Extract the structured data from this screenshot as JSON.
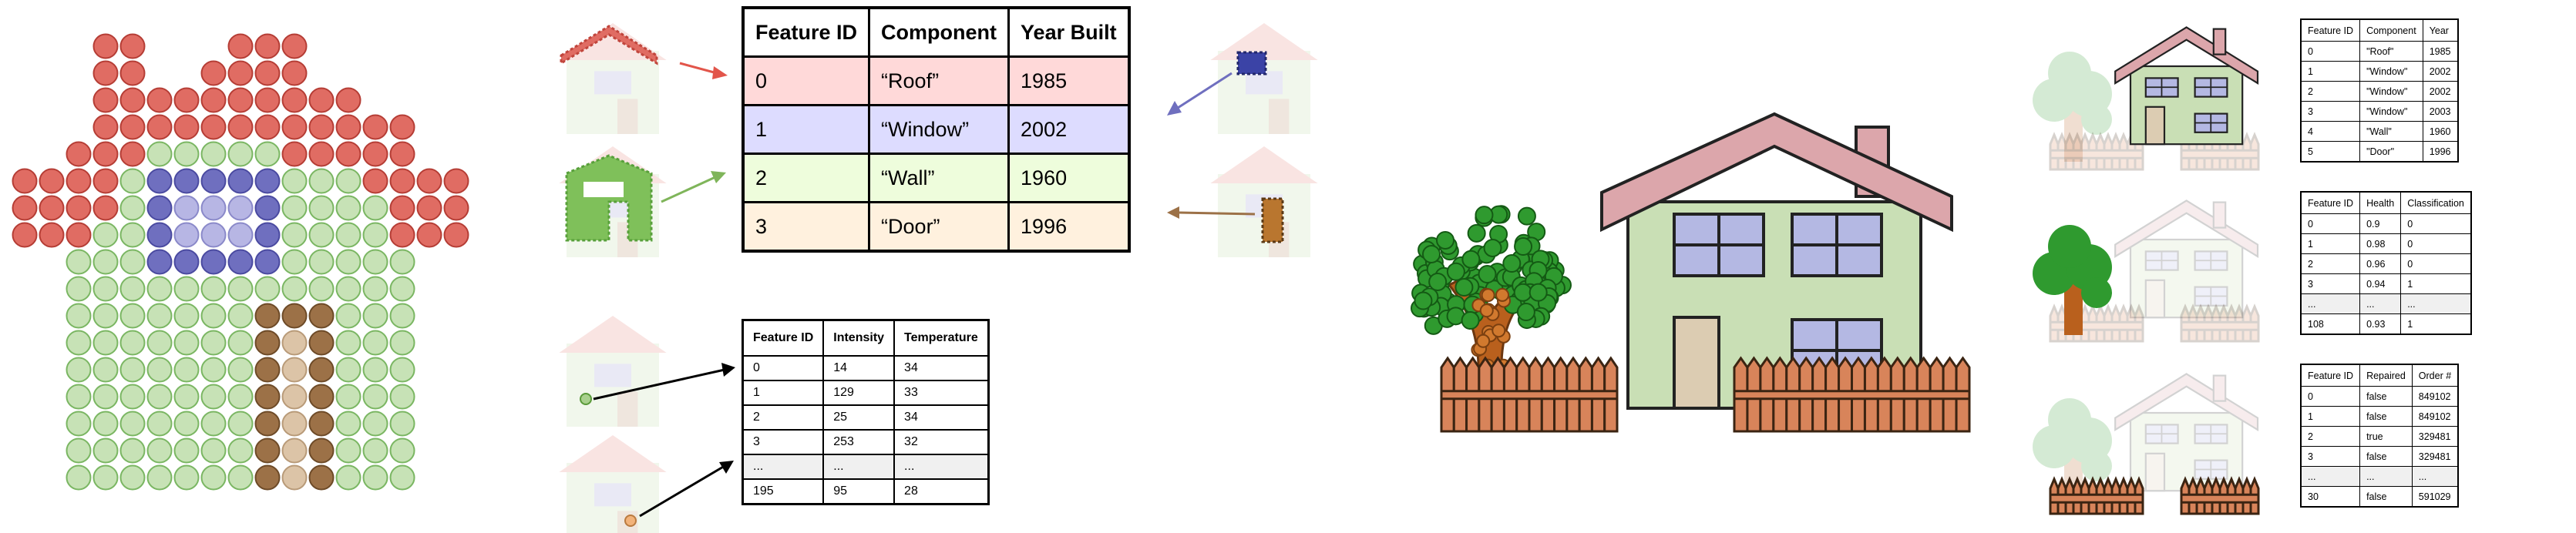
{
  "colors": {
    "roof": "#e06c63",
    "roof_outline": "#b53d35",
    "wall": "#c7e2b6",
    "wall_outline": "#7ab662",
    "window": "#6f6fbf",
    "window_light": "#b7b6e4",
    "door": "#9c7147",
    "door_light": "#dcc4a7",
    "tree_leaf": "#2f9a2f",
    "tree_trunk": "#b9601d",
    "fence": "#d8845a",
    "house_roof": "#dca6ab",
    "house_wall": "#c9dfb5",
    "house_window": "#b4b8e3",
    "house_door": "#dcccb2"
  },
  "icons": [
    "pixel-house-icon",
    "house-thumbnail-icon",
    "tree-icon",
    "fence-icon",
    "arrow-icon"
  ],
  "components_table": {
    "headers": [
      "Feature ID",
      "Component",
      "Year Built"
    ],
    "rows": [
      [
        "0",
        "“Roof”",
        "1985"
      ],
      [
        "1",
        "“Window”",
        "2002"
      ],
      [
        "2",
        "“Wall”",
        "1960"
      ],
      [
        "3",
        "“Door”",
        "1996"
      ]
    ]
  },
  "sensor_table": {
    "headers": [
      "Feature ID",
      "Intensity",
      "Temperature"
    ],
    "rows": [
      [
        "0",
        "14",
        "34"
      ],
      [
        "1",
        "129",
        "33"
      ],
      [
        "2",
        "25",
        "34"
      ],
      [
        "3",
        "253",
        "32"
      ],
      [
        "...",
        "...",
        "..."
      ],
      [
        "195",
        "95",
        "28"
      ]
    ]
  },
  "house_parts_table": {
    "headers": [
      "Feature ID",
      "Component",
      "Year"
    ],
    "rows": [
      [
        "0",
        "\"Roof\"",
        "1985"
      ],
      [
        "1",
        "\"Window\"",
        "2002"
      ],
      [
        "2",
        "\"Window\"",
        "2002"
      ],
      [
        "3",
        "\"Window\"",
        "2003"
      ],
      [
        "4",
        "\"Wall\"",
        "1960"
      ],
      [
        "5",
        "\"Door\"",
        "1996"
      ]
    ]
  },
  "tree_table": {
    "headers": [
      "Feature ID",
      "Health",
      "Classification"
    ],
    "rows": [
      [
        "0",
        "0.9",
        "0"
      ],
      [
        "1",
        "0.98",
        "0"
      ],
      [
        "2",
        "0.96",
        "0"
      ],
      [
        "3",
        "0.94",
        "1"
      ],
      [
        "...",
        "...",
        "..."
      ],
      [
        "108",
        "0.93",
        "1"
      ]
    ]
  },
  "fence_table": {
    "headers": [
      "Feature ID",
      "Repaired",
      "Order #"
    ],
    "rows": [
      [
        "0",
        "false",
        "849102"
      ],
      [
        "1",
        "false",
        "849102"
      ],
      [
        "2",
        "true",
        "329481"
      ],
      [
        "3",
        "false",
        "329481"
      ],
      [
        "...",
        "...",
        "..."
      ],
      [
        "30",
        "false",
        "591029"
      ]
    ]
  }
}
